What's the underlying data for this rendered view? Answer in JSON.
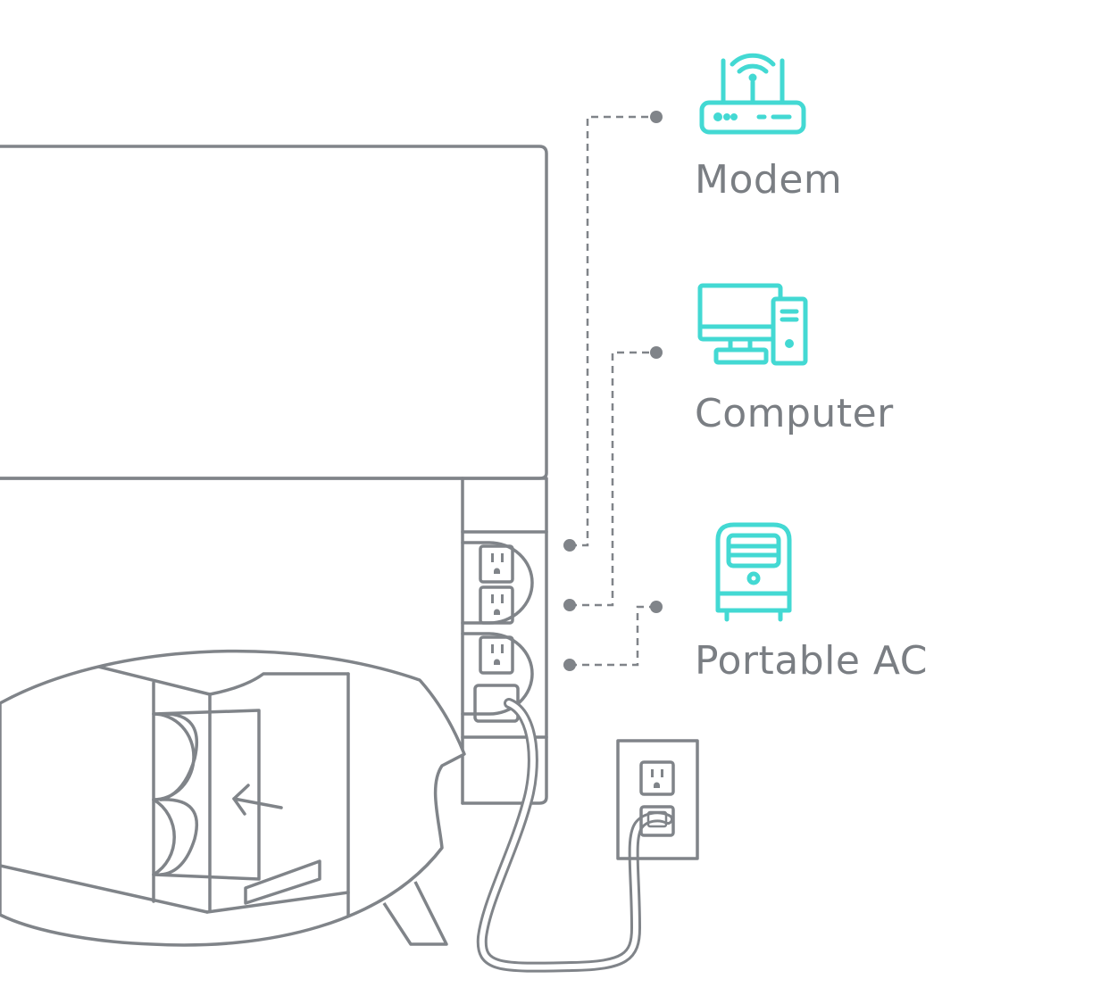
{
  "devices": [
    {
      "id": "modem",
      "label": "Modem",
      "icon": "router-icon"
    },
    {
      "id": "computer",
      "label": "Computer",
      "icon": "desktop-computer-icon"
    },
    {
      "id": "portable_ac",
      "label": "Portable AC",
      "icon": "portable-ac-icon"
    }
  ],
  "colors": {
    "line": "#808489",
    "accent": "#43d9d3",
    "background": "#ffffff"
  }
}
